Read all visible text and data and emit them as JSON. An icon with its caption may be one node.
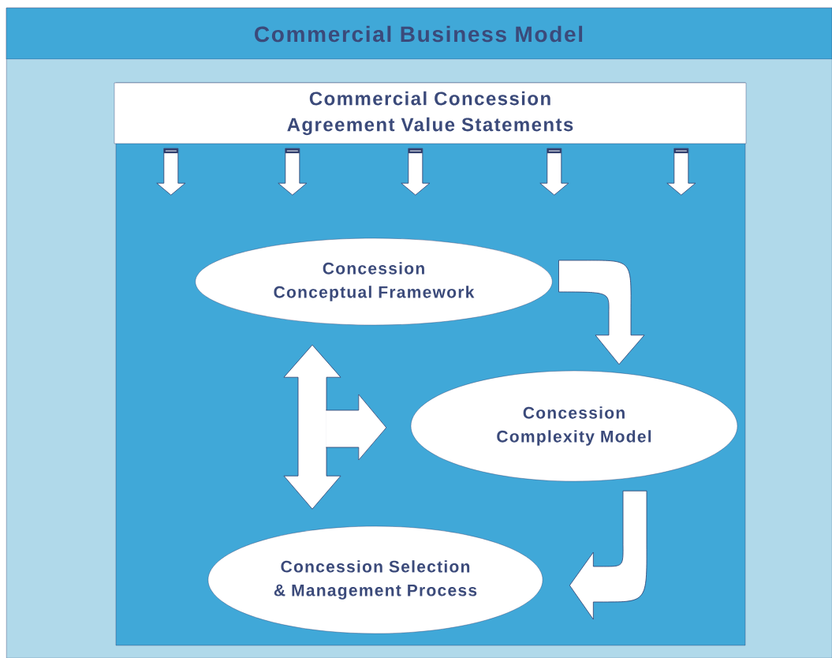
{
  "diagram": {
    "title": "Commercial Business Model",
    "nodes": [
      {
        "text": [],
        "shape": "box"
      },
      {
        "text": [
          "Commercial Concession Agreement Value Statements"
        ],
        "in": 0
      },
      {
        "text": [
          "Concession Conceptual Framework"
        ],
        "in": 0
      },
      {
        "text": [
          "Concession Complexity Model"
        ],
        "in": 0
      },
      {
        "text": [
          "Concession Selection & Management Process"
        ],
        "in": 0
      }
    ],
    "edges": [
      {
        "from": 1,
        "to": null,
        "arrow": "to"
      },
      {
        "from": 1,
        "to": null,
        "arrow": "to"
      },
      {
        "from": 1,
        "to": null,
        "arrow": "to"
      },
      {
        "from": 1,
        "to": null,
        "arrow": "to"
      },
      {
        "from": 1,
        "to": null,
        "arrow": "to"
      },
      {
        "from": 2,
        "to": 3,
        "arrow": "to"
      },
      {
        "from": 3,
        "to": 4,
        "arrow": "to"
      },
      {
        "from": 2,
        "to": 4,
        "arrow": "both"
      },
      {
        "from": null,
        "to": 3,
        "arrow": "to"
      }
    ]
  }
}
